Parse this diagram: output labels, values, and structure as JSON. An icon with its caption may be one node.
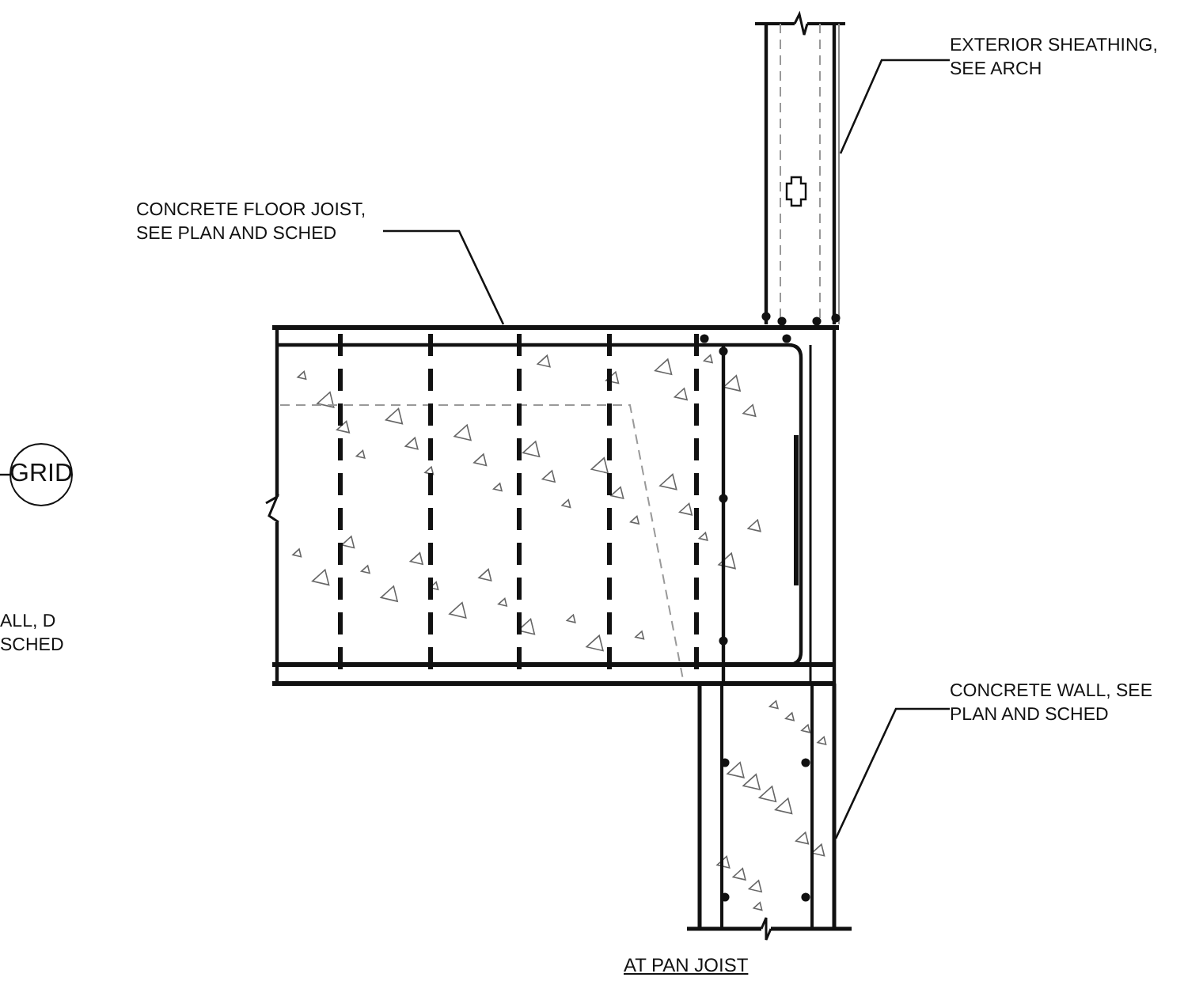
{
  "diagram": {
    "caption": "AT PAN JOIST",
    "nodes": [
      {
        "text": [
          "EXTERIOR SHEATHING, SEE ARCH"
        ]
      },
      {
        "text": [],
        "shape": "picture"
      },
      {
        "text": [
          "CONCRETE FLOOR JOIST, SEE PLAN AND SCHED"
        ]
      },
      {
        "text": [],
        "shape": "picture"
      },
      {
        "text": [
          "GRID"
        ]
      },
      {
        "text": [
          "CONCRETE WALL, SEE PLAN AND SCHED"
        ]
      },
      {
        "text": [],
        "shape": "picture"
      }
    ],
    "edges": [
      {
        "from": 0,
        "to": 1,
        "arrow": "none"
      },
      {
        "from": 2,
        "to": 3,
        "arrow": "none"
      },
      {
        "from": 5,
        "to": 6,
        "arrow": "none"
      }
    ],
    "labels": [
      "ALL, D SCHED"
    ]
  }
}
